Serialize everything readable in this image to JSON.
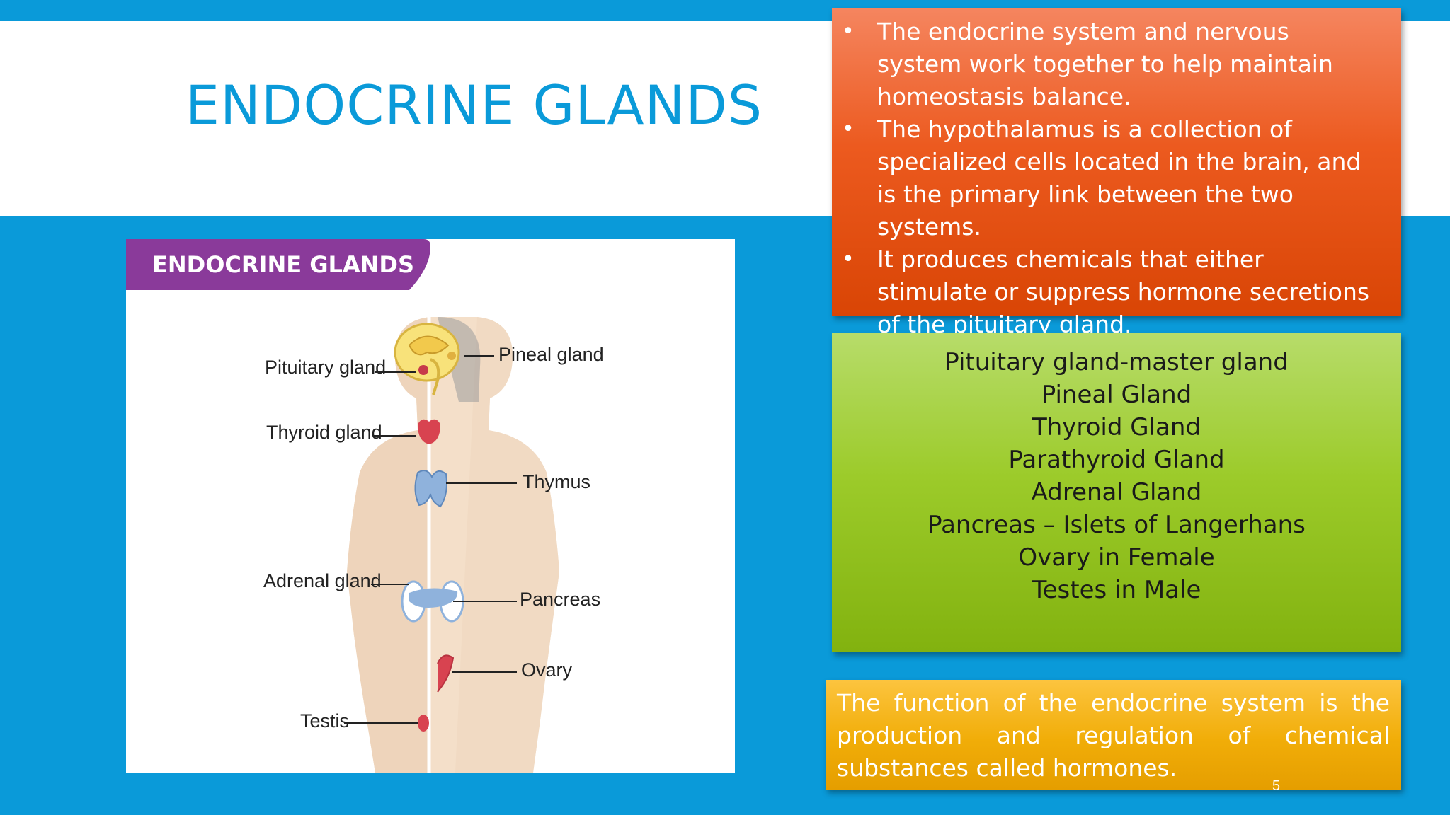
{
  "slide": {
    "title": "ENDOCRINE GLANDS",
    "page_number": "5"
  },
  "diagram": {
    "heading": "ENDOCRINE GLANDS",
    "heading_color": "#8a3a9a",
    "labels": {
      "pituitary": "Pituitary gland",
      "pineal": "Pineal gland",
      "thyroid": "Thyroid gland",
      "thymus": "Thymus",
      "adrenal": "Adrenal gland",
      "pancreas": "Pancreas",
      "ovary": "Ovary",
      "testis": "Testis"
    }
  },
  "info_box": {
    "bullets": [
      "The endocrine system and nervous system work together to help maintain homeostasis balance.",
      "The hypothalamus is a collection of specialized cells located in the brain, and is the primary link between the two systems.",
      "It produces chemicals that either stimulate or suppress hormone secretions of the pituitary gland."
    ]
  },
  "glands_list": [
    "Pituitary gland-master gland",
    "Pineal Gland",
    "Thyroid Gland",
    "Parathyroid Gland",
    "Adrenal Gland",
    "Pancreas – Islets of Langerhans",
    "Ovary  in Female",
    "Testes in Male"
  ],
  "function_text": "The function of the endocrine system is the production and regulation of chemical substances called hormones.",
  "colors": {
    "background": "#0a9ad9",
    "title": "#0a9ad9",
    "orange_box": "#ec5a1f",
    "green_box": "#9ccb2a",
    "yellow_box": "#f1ad08"
  }
}
